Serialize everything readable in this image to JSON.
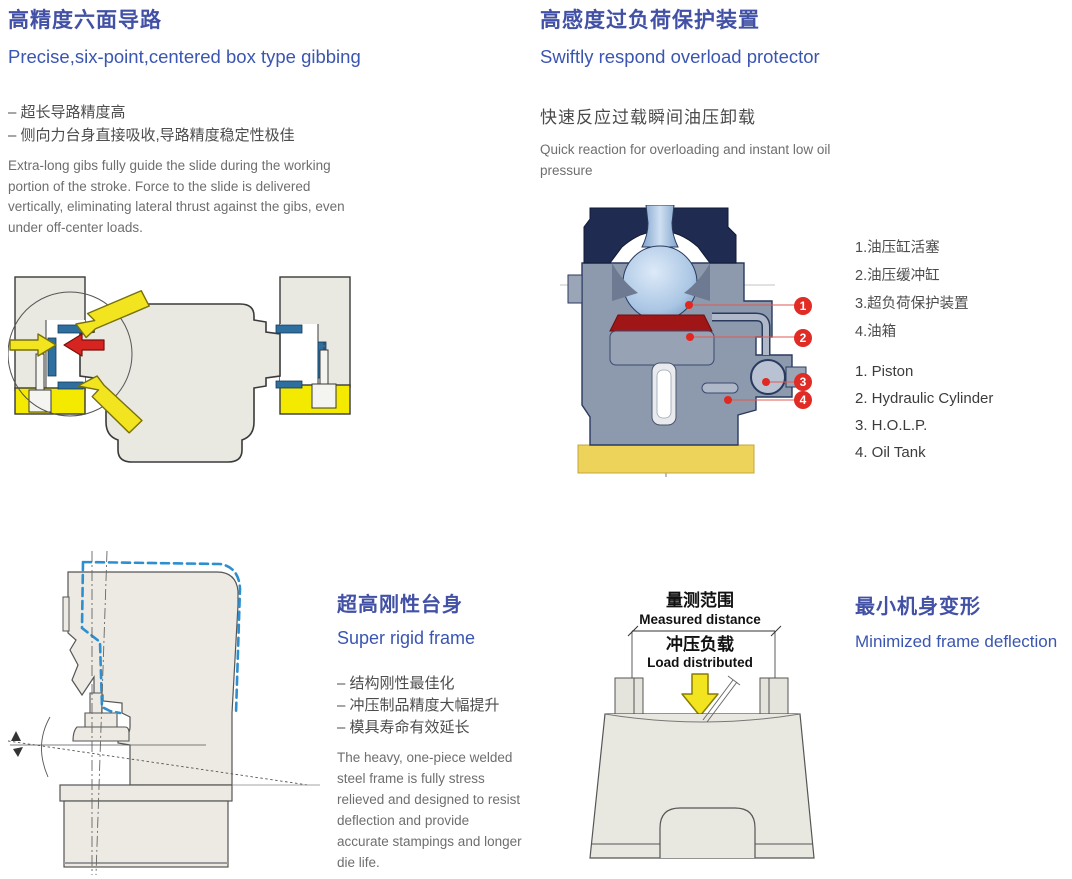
{
  "palette": {
    "heading_cn_blue": "#4251a5",
    "heading_en_blue": "#3a55b2",
    "body_gray": "#6e6e6e",
    "diagram_gray": "#e9e9e2",
    "gib_blue": "#2f6f9f",
    "arrow_yellow": "#f2e41e",
    "block_yellow": "#f3ea00",
    "base_gold": "#eed35a",
    "arrow_red": "#d62420",
    "callout_red": "#e02c24",
    "navy": "#1f2b50",
    "steel_blue_gray": "#8d99ad",
    "dashed_outline_blue": "#2e8fd0"
  },
  "sections": {
    "gibbing": {
      "title_cn": "高精度六面导路",
      "title_en": "Precise,six-point,centered box type gibbing",
      "bullets": "– 超长导路精度高\n– 侧向力台身直接吸收,导路精度稳定性极佳",
      "paragraph": "Extra-long gibs fully guide the slide during the working portion of the stroke. Force to the slide is delivered vertically, eliminating lateral thrust against the gibs, even under off-center loads."
    },
    "overload": {
      "title_cn": "高感度过负荷保护装置",
      "title_en": "Swiftly respond overload protector",
      "subtitle_cn": "快速反应过载瞬间油压卸载",
      "subtitle_en": "Quick reaction for overloading and instant low oil pressure",
      "legend_cn": [
        "1.油压缸活塞",
        "2.油压缓冲缸",
        "3.超负荷保护装置",
        "4.油箱"
      ],
      "legend_en": [
        "1. Piston",
        "2. Hydraulic Cylinder",
        "3. H.O.L.P.",
        "4. Oil Tank"
      ],
      "callouts": [
        "1",
        "2",
        "3",
        "4"
      ]
    },
    "rigid": {
      "title_cn": "超高刚性台身",
      "title_en": "Super rigid frame",
      "bullets": "– 结构刚性最佳化\n– 冲压制品精度大幅提升\n– 模具寿命有效延长",
      "paragraph": "The heavy, one-piece welded steel frame is fully stress relieved and designed to resist deflection and provide accurate stampings and longer die life."
    },
    "deflection": {
      "title_cn": "最小机身变形",
      "title_en": "Minimized frame deflection",
      "measured_cn": "量测范围",
      "measured_en": "Measured distance",
      "load_cn": "冲压负载",
      "load_en": "Load distributed"
    }
  }
}
